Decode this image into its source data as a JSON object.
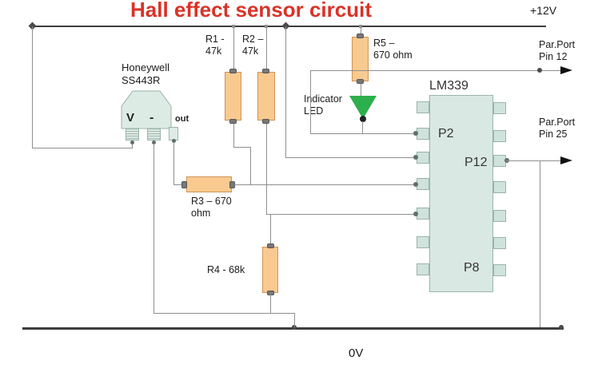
{
  "title": "Hall effect sensor circuit",
  "power": {
    "top_rail": "+12V",
    "bottom_rail": "0V"
  },
  "sensor": {
    "brand": "Honeywell",
    "model": "SS443R",
    "pins": {
      "v": "V",
      "minus": "-",
      "out": "out"
    }
  },
  "resistors": {
    "r1": {
      "line1": "R1 -",
      "line2": "47k"
    },
    "r2": {
      "line1": "R2 –",
      "line2": "47k"
    },
    "r3": {
      "line1": "R3 – 670",
      "line2": "ohm"
    },
    "r4": {
      "line1": "R4 - 68k"
    },
    "r5": {
      "line1": "R5 –",
      "line2": "670 ohm"
    }
  },
  "led": {
    "line1": "Indicator",
    "line2": "LED"
  },
  "ic": {
    "name": "LM339",
    "pins": {
      "p2": "P2",
      "p12": "P12",
      "p8": "P8"
    }
  },
  "outputs": {
    "pin12": {
      "line1": "Par.Port",
      "line2": "Pin 12"
    },
    "pin25": {
      "line1": "Par.Port",
      "line2": "Pin 25"
    }
  },
  "colors": {
    "title_red": "#d93327",
    "resistor_fill": "#f9ca90",
    "led_green": "#2daf4d",
    "component_fill": "#dcebe4",
    "wire_gray": "#8f8f8f",
    "rail_dark": "#3c3c3c"
  }
}
